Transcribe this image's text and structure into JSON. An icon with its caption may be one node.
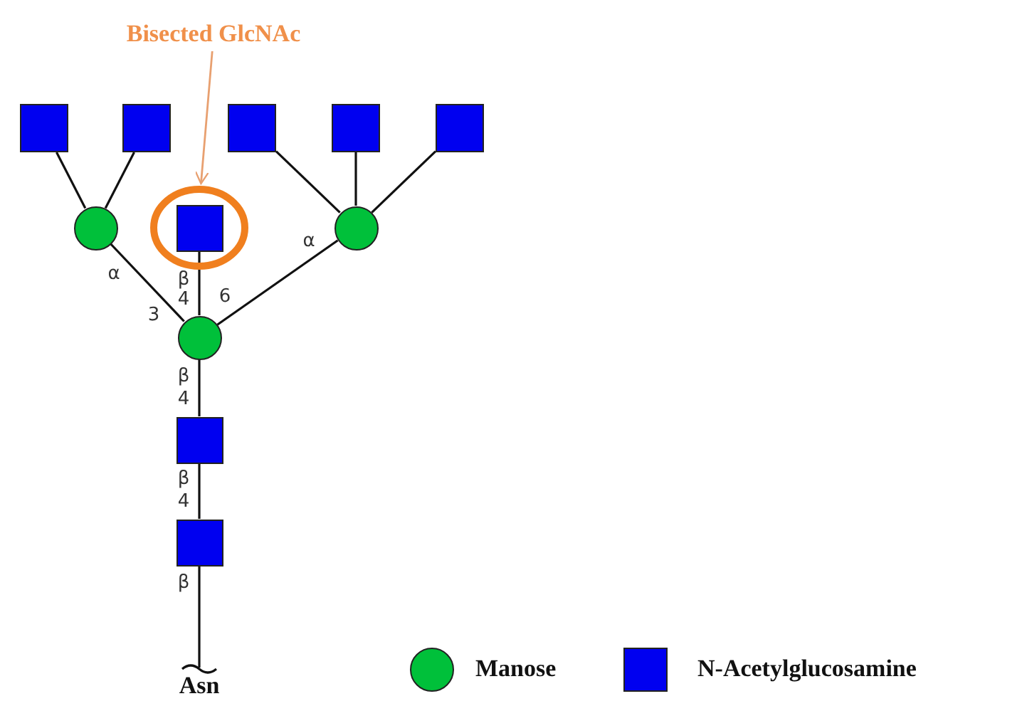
{
  "diagram": {
    "nodes": [
      {
        "text": [
          "Bisected GlcNAc"
        ]
      },
      {
        "text": [],
        "shape": "box"
      },
      {
        "text": [],
        "shape": "box"
      },
      {
        "text": [],
        "shape": "box"
      },
      {
        "text": [],
        "shape": "box"
      },
      {
        "text": [],
        "shape": "box"
      },
      {
        "text": [],
        "shape": "circle"
      },
      {
        "text": [],
        "shape": "box"
      },
      {
        "text": [],
        "shape": "circle"
      },
      {
        "text": [],
        "shape": "circle"
      },
      {
        "text": [],
        "shape": "box"
      },
      {
        "text": [],
        "shape": "box"
      },
      {
        "text": [
          "Asn"
        ]
      }
    ],
    "edges": [
      {
        "from": 0,
        "to": 7,
        "arrow": "to",
        "color": "#e8a070"
      },
      {
        "from": 1,
        "to": 6,
        "arrow": "none"
      },
      {
        "from": 2,
        "to": 6,
        "arrow": "none"
      },
      {
        "from": 3,
        "to": 8,
        "arrow": "none"
      },
      {
        "from": 4,
        "to": 8,
        "arrow": "none"
      },
      {
        "from": 5,
        "to": 8,
        "arrow": "none"
      },
      {
        "from": 6,
        "to": 9,
        "arrow": "none"
      },
      {
        "from": 7,
        "to": 9,
        "arrow": "none"
      },
      {
        "from": 8,
        "to": 9,
        "arrow": "none"
      },
      {
        "from": 9,
        "to": 10,
        "arrow": "none"
      },
      {
        "from": 10,
        "to": 11,
        "arrow": "none"
      },
      {
        "from": 11,
        "to": 12,
        "arrow": "none"
      }
    ],
    "labels": [
      "α",
      "β",
      "α",
      "4",
      "6",
      "3",
      "β",
      "4",
      "β",
      "4",
      "β"
    ],
    "legend": [
      {
        "text": "Manose",
        "color": "#00c03a"
      },
      {
        "text": "N-Acetylglucosamine",
        "color": "#0000f0"
      }
    ]
  }
}
